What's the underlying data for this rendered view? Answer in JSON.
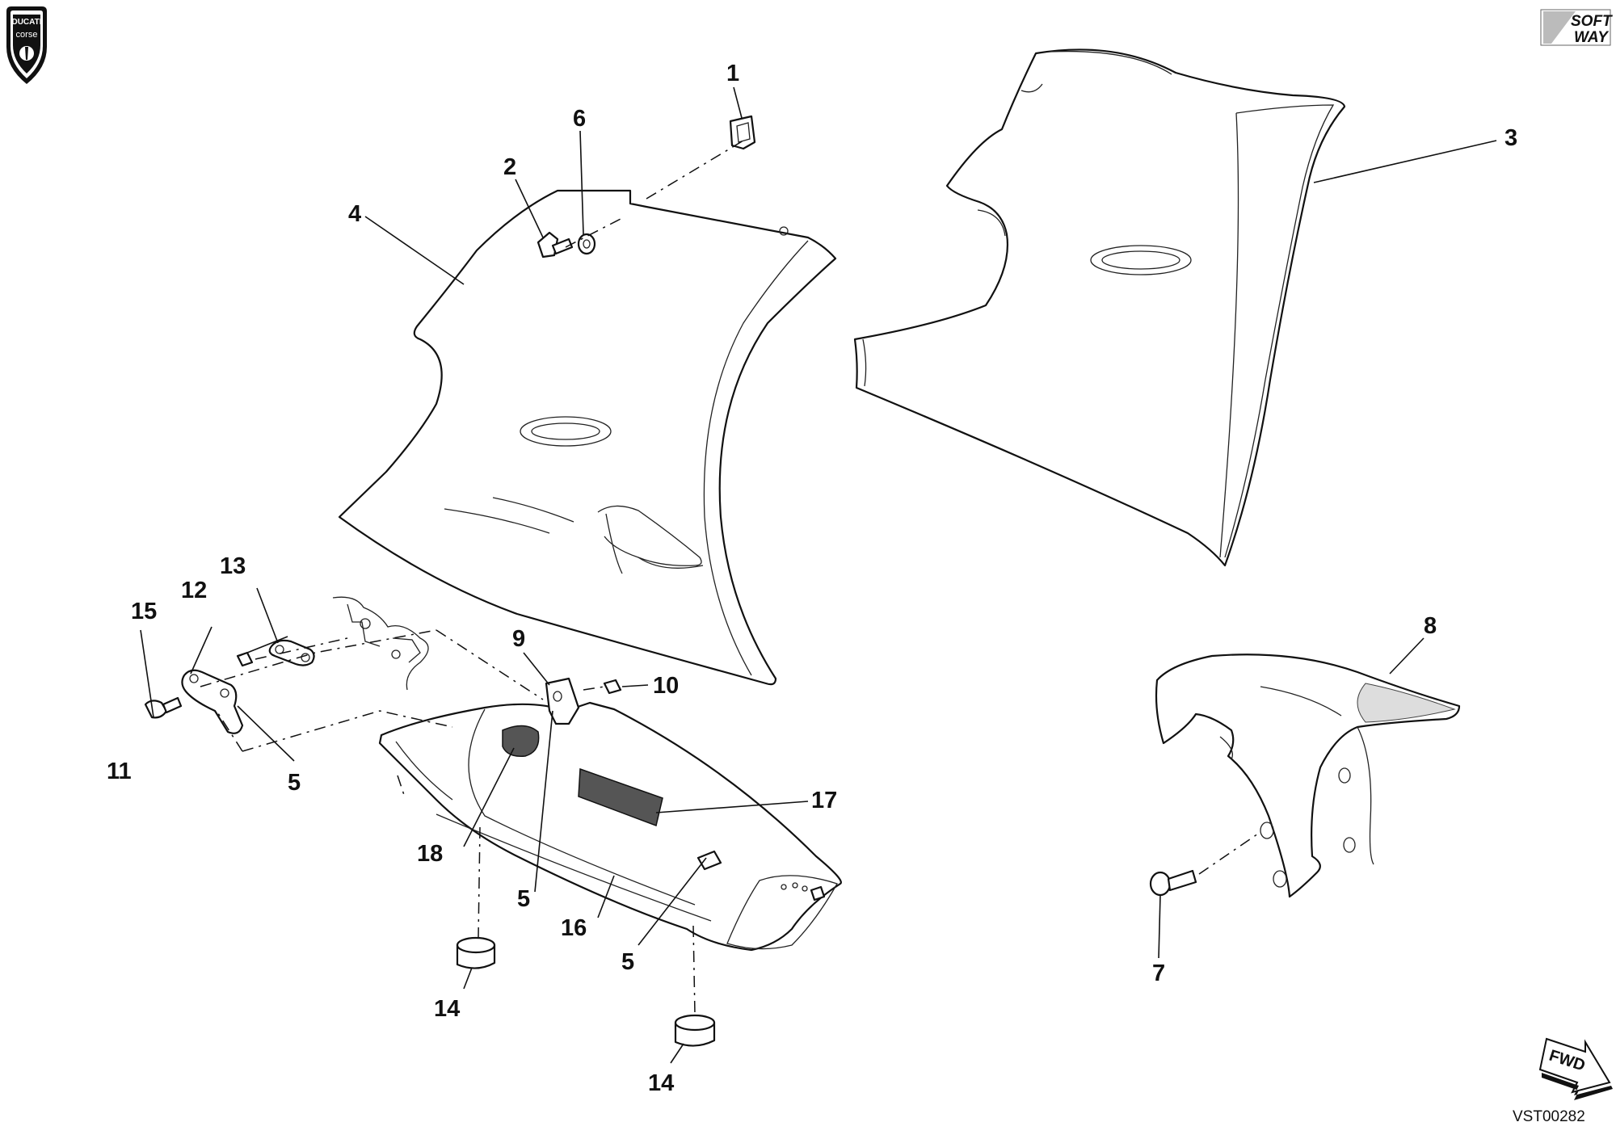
{
  "logos": {
    "ducati": {
      "line1": "DUCATI",
      "line2": "corse"
    },
    "softway": {
      "line1": "SOFT",
      "line2": "WAY"
    }
  },
  "drawing_code": "VST00282",
  "fwd_label": "FWD",
  "callouts": {
    "c1": "1",
    "c2": "2",
    "c3": "3",
    "c4": "4",
    "c5a": "5",
    "c5b": "5",
    "c5c": "5",
    "c6": "6",
    "c7": "7",
    "c8": "8",
    "c9": "9",
    "c10": "10",
    "c11": "11",
    "c12": "12",
    "c13": "13",
    "c14a": "14",
    "c14b": "14",
    "c15": "15",
    "c16": "16",
    "c17": "17",
    "c18": "18"
  },
  "colors": {
    "line": "#111111",
    "background": "#ffffff"
  }
}
